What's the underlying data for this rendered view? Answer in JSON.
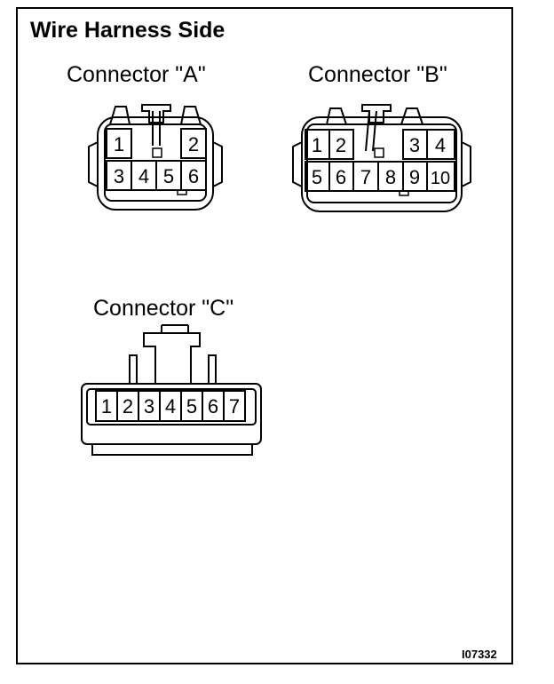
{
  "title": "Wire Harness Side",
  "figure_id": "I07332",
  "connectors": {
    "a": {
      "label": "Connector \"A\"",
      "pins": [
        "1",
        "2",
        "3",
        "4",
        "5",
        "6"
      ]
    },
    "b": {
      "label": "Connector \"B\"",
      "pins": [
        "1",
        "2",
        "3",
        "4",
        "5",
        "6",
        "7",
        "8",
        "9",
        "10"
      ]
    },
    "c": {
      "label": "Connector \"C\"",
      "pins": [
        "1",
        "2",
        "3",
        "4",
        "5",
        "6",
        "7"
      ]
    }
  }
}
